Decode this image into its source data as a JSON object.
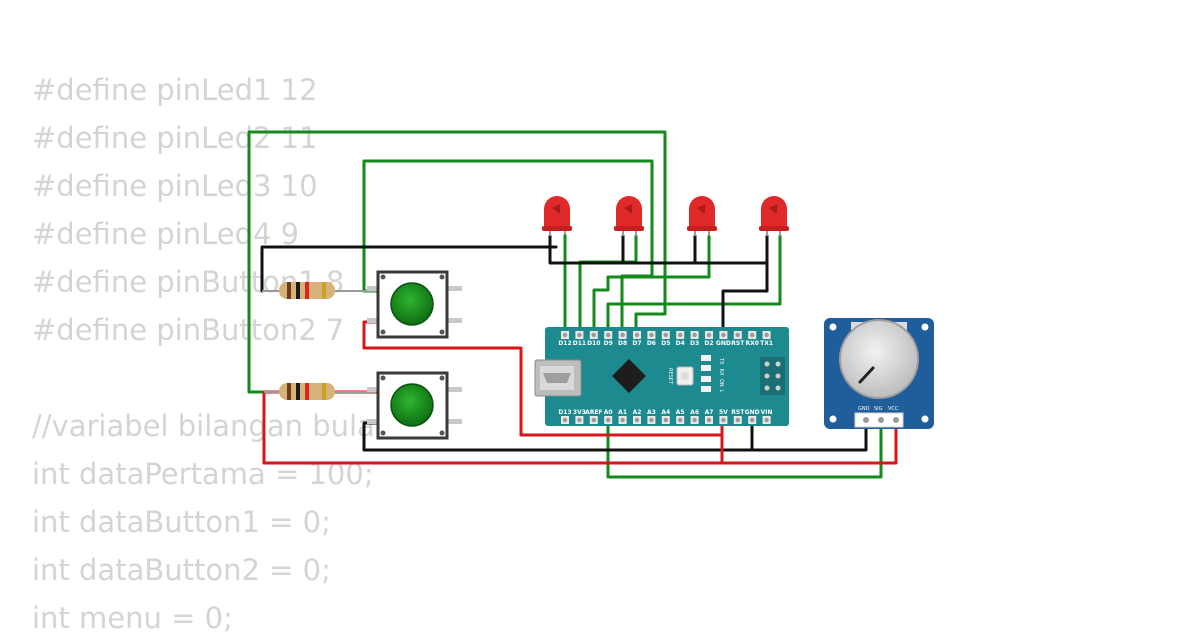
{
  "code_lines": [
    "#define pinLed1 12",
    "#define pinLed2 11",
    "#define pinLed3 10",
    "#define pinLed4 9",
    "#define pinButton1 8",
    "#define pinButton2 7",
    "",
    "//variabel bilangan bulat",
    "int dataPertama = 100;",
    "int dataButton1 = 0;",
    "int dataButton2 = 0;",
    "int menu = 0;"
  ],
  "arduino": {
    "top_pins": [
      "D12",
      "D11",
      "D10",
      "D9",
      "D8",
      "D7",
      "D6",
      "D5",
      "D4",
      "D3",
      "D2",
      "GND",
      "RST",
      "RX0",
      "TX1"
    ],
    "bottom_pins": [
      "D13",
      "3V3",
      "AREF",
      "A0",
      "A1",
      "A2",
      "A3",
      "A4",
      "A5",
      "A6",
      "A7",
      "5V",
      "RST",
      "GND",
      "VIN"
    ],
    "reset_label": "RESET",
    "led_labels": [
      "TX",
      "RX",
      "ON",
      "L"
    ]
  },
  "pot_module": {
    "pins": [
      "GND",
      "SIG",
      "VCC"
    ]
  },
  "colors": {
    "wire_green": "#138a1b",
    "wire_red": "#d9141a",
    "wire_black": "#111111",
    "board": "#1c8a8f",
    "led": "#e02a2a",
    "button_cap": "#1b8a1b",
    "pot_module": "#1f5e9a",
    "code_text": "#d4d4d4"
  }
}
